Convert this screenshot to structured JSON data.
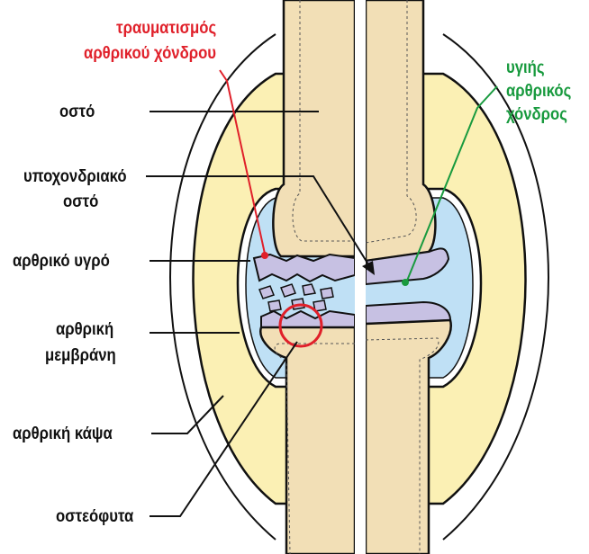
{
  "colors": {
    "bone": "#f2dfb6",
    "cartilage": "#c7c1e3",
    "fluid": "#bfe0f5",
    "capsule": "#fbf0b4",
    "outline": "#111111",
    "damage_label": "#e0202a",
    "healthy_label": "#189a3e",
    "text": "#111111"
  },
  "labels": {
    "damage_line1": "τραυματισμός",
    "damage_line2": "αρθρικού χόνδρου",
    "healthy_line1": "υγιής",
    "healthy_line2": "αρθρικός",
    "healthy_line3": "χόνδρος",
    "bone": "οστό",
    "subchondral_line1": "υποχονδριακό",
    "subchondral_line2": "οστό",
    "synovial_fluid": "αρθρικό υγρό",
    "membrane_line1": "αρθρική",
    "membrane_line2": "μεμβράνη",
    "capsule": "αρθρική κάψα",
    "osteophytes": "οστεόφυτα"
  }
}
